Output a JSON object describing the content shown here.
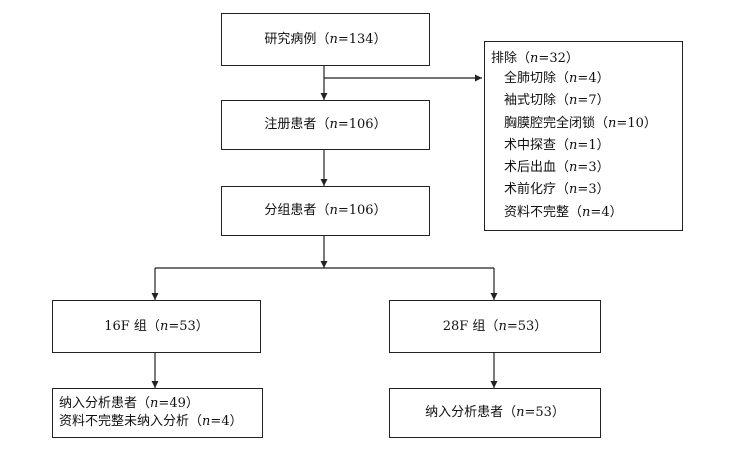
{
  "flowchart": {
    "studied": {
      "label": "研究病例",
      "n": "134"
    },
    "excluded": {
      "title": "排除",
      "n": "32",
      "items": [
        {
          "label": "全肺切除",
          "n": "4"
        },
        {
          "label": "袖式切除",
          "n": "7"
        },
        {
          "label": "胸膜腔完全闭锁",
          "n": "10"
        },
        {
          "label": "术中探查",
          "n": "1"
        },
        {
          "label": "术后出血",
          "n": "3"
        },
        {
          "label": "术前化疗",
          "n": "3"
        },
        {
          "label": "资料不完整",
          "n": "4"
        }
      ]
    },
    "registered": {
      "label": "注册患者",
      "n": "106"
    },
    "grouped": {
      "label": "分组患者",
      "n": "106"
    },
    "group_16f": {
      "label": "16F 组",
      "n": "53"
    },
    "group_28f": {
      "label": "28F 组",
      "n": "53"
    },
    "analysis_16f": {
      "line1_label": "纳入分析患者",
      "line1_n": "49",
      "line2_label": "资料不完整未纳入分析",
      "line2_n": "4"
    },
    "analysis_28f": {
      "label": "纳入分析患者",
      "n": "53"
    }
  },
  "colors": {
    "line": "#222222",
    "text": "#111111",
    "background": "#ffffff"
  }
}
